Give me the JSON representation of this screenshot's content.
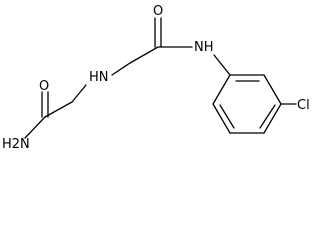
{
  "molecule": {
    "atoms": {
      "o1": "O",
      "nh2": "H2N",
      "nh": "HN",
      "o2": "O",
      "amide_nh": "NH",
      "cl": "Cl"
    }
  }
}
